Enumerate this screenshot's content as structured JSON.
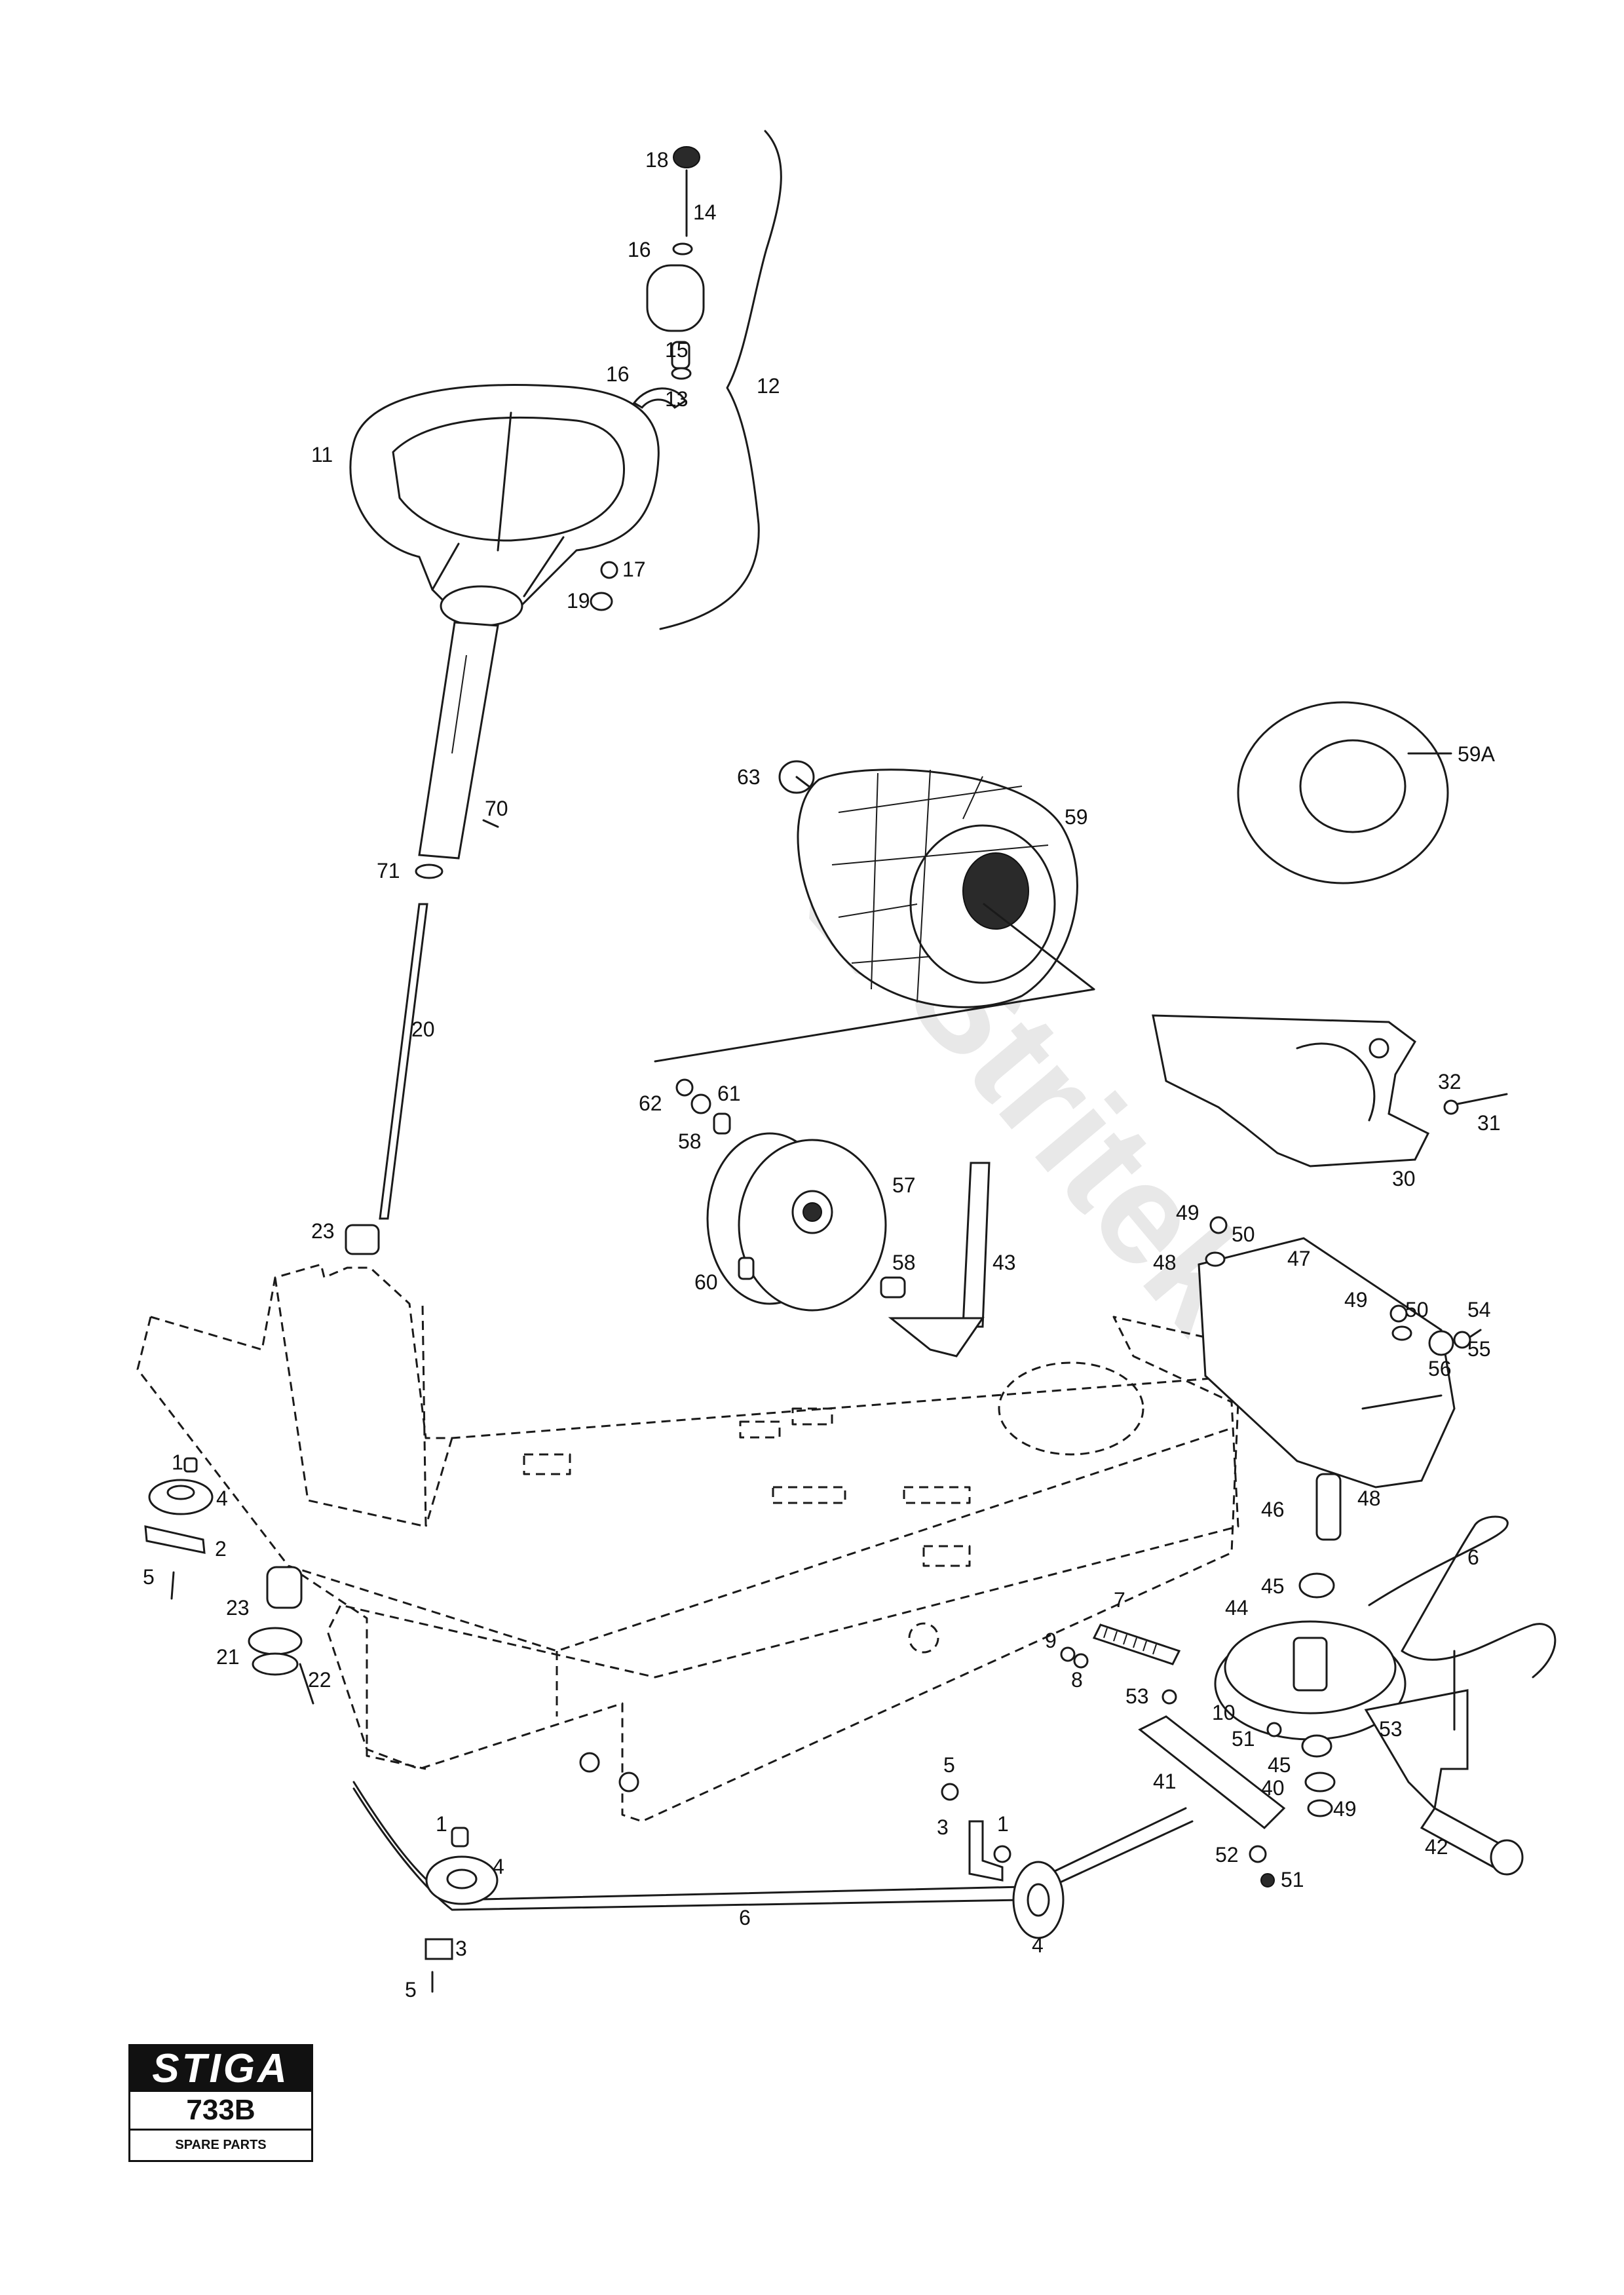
{
  "logo": {
    "brand": "STIGA",
    "model": "733B",
    "subtitle": "SPARE PARTS"
  },
  "watermark": {
    "text": "Stritek"
  },
  "callouts": [
    "18",
    "14",
    "16",
    "15",
    "16",
    "13",
    "12",
    "11",
    "17",
    "19",
    "63",
    "59",
    "59A",
    "70",
    "71",
    "20",
    "62",
    "61",
    "58",
    "57",
    "32",
    "31",
    "30",
    "23",
    "60",
    "58",
    "43",
    "49",
    "50",
    "48",
    "47",
    "49",
    "50",
    "54",
    "55",
    "56",
    "1",
    "4",
    "2",
    "5",
    "48",
    "46",
    "6",
    "23",
    "45",
    "21",
    "22",
    "7",
    "9",
    "8",
    "44",
    "53",
    "10",
    "51",
    "53",
    "45",
    "41",
    "40",
    "49",
    "42",
    "5",
    "3",
    "1",
    "1",
    "4",
    "52",
    "51",
    "3",
    "6",
    "4",
    "5"
  ]
}
